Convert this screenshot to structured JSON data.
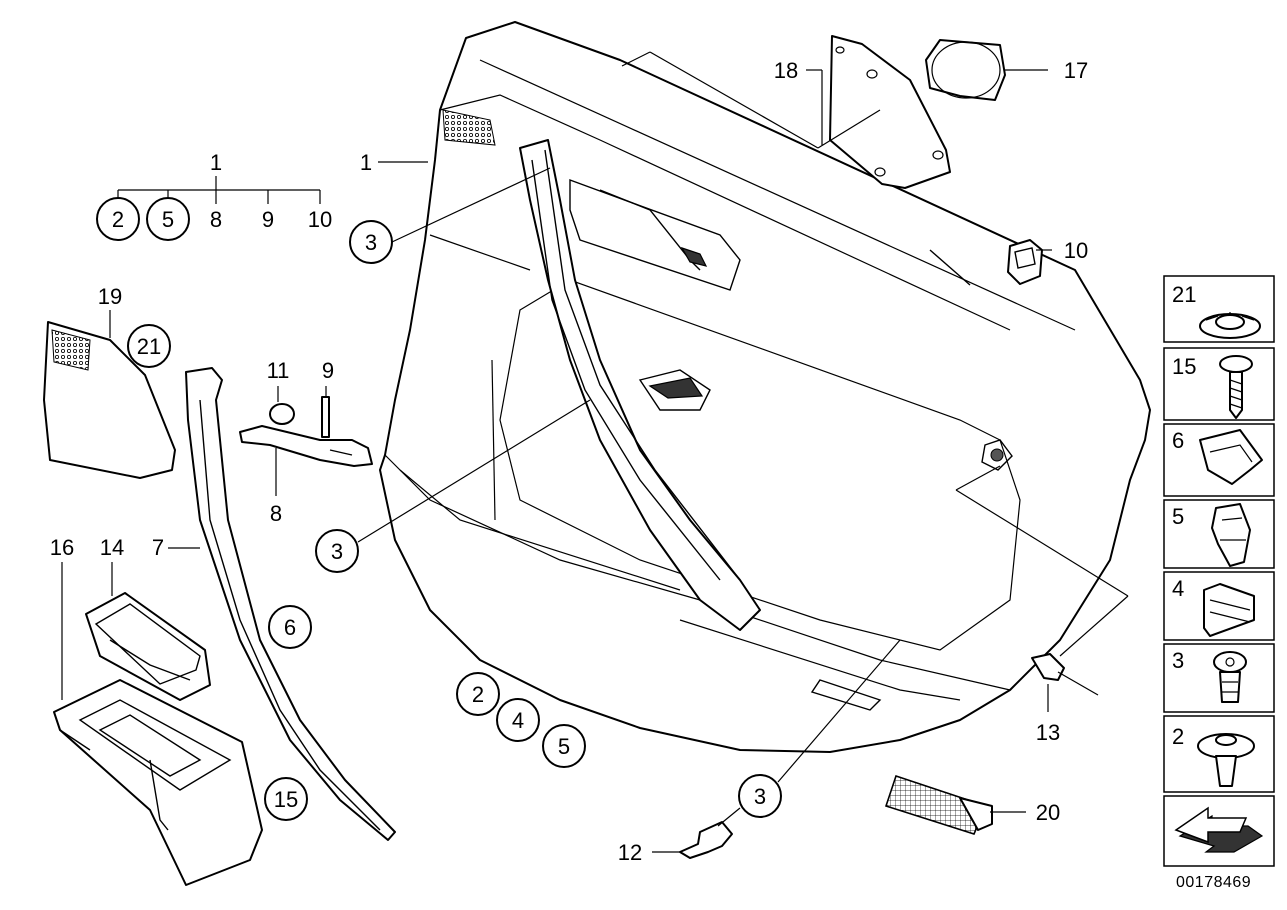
{
  "callouts": [
    {
      "id": "c1-top",
      "text": "1"
    },
    {
      "id": "c2-top",
      "text": "2"
    },
    {
      "id": "c5-top",
      "text": "5"
    },
    {
      "id": "c8-top",
      "text": "8"
    },
    {
      "id": "c9-top",
      "text": "9"
    },
    {
      "id": "c10-top",
      "text": "10"
    },
    {
      "id": "c1-door",
      "text": "1"
    },
    {
      "id": "c3-a",
      "text": "3"
    },
    {
      "id": "c3-b",
      "text": "3"
    },
    {
      "id": "c3-c",
      "text": "3"
    },
    {
      "id": "c19",
      "text": "19"
    },
    {
      "id": "c21",
      "text": "21"
    },
    {
      "id": "c11",
      "text": "11"
    },
    {
      "id": "c9",
      "text": "9"
    },
    {
      "id": "c8",
      "text": "8"
    },
    {
      "id": "c7",
      "text": "7"
    },
    {
      "id": "c6",
      "text": "6"
    },
    {
      "id": "c16",
      "text": "16"
    },
    {
      "id": "c14",
      "text": "14"
    },
    {
      "id": "c15",
      "text": "15"
    },
    {
      "id": "c2-b",
      "text": "2"
    },
    {
      "id": "c4-b",
      "text": "4"
    },
    {
      "id": "c5-b",
      "text": "5"
    },
    {
      "id": "c12",
      "text": "12"
    },
    {
      "id": "c18",
      "text": "18"
    },
    {
      "id": "c17",
      "text": "17"
    },
    {
      "id": "c10",
      "text": "10"
    },
    {
      "id": "c13",
      "text": "13"
    },
    {
      "id": "c20",
      "text": "20"
    }
  ],
  "legend": [
    "21",
    "15",
    "6",
    "5",
    "4",
    "3",
    "2"
  ],
  "doc_id": "00178469"
}
